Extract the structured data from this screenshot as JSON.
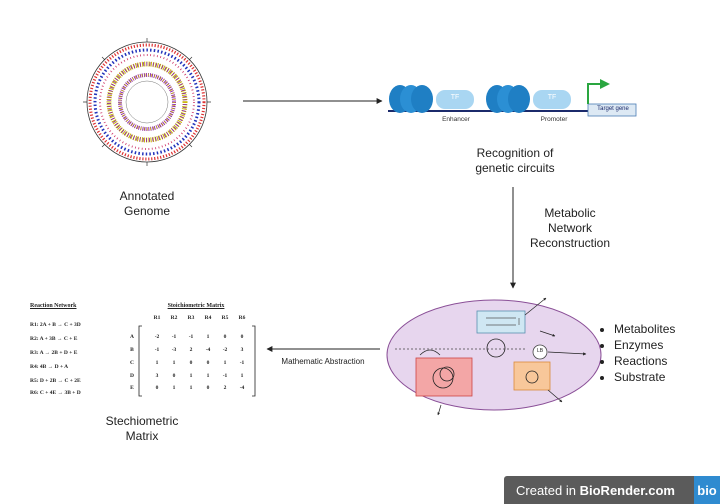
{
  "genome": {
    "caption_line1": "Annotated",
    "caption_line2": "Genome"
  },
  "circuit": {
    "tf_label_1": "TF",
    "tf_label_2": "TF",
    "enhancer_label": "Enhancer",
    "promoter_label": "Promoter",
    "target_gene_label": "Target gene",
    "caption_line1": "Recognition of",
    "caption_line2": "genetic circuits"
  },
  "reconstruction": {
    "line1": "Metabolic",
    "line2": "Network",
    "line3": "Reconstruction"
  },
  "abstraction": {
    "label": "Mathematic Abstraction"
  },
  "cell": {
    "lb_label": "LB",
    "bullets": [
      "Metabolites",
      "Enzymes",
      "Reactions",
      "Substrate"
    ]
  },
  "reaction_network": {
    "title": "Reaction Network",
    "rows": [
      "R1: 2A + B → C + 3D",
      "R2: A + 3B → C + E",
      "R3: A → 2B + D + E",
      "R4: 4B → D + A",
      "R5: D + 2B → C + 2E",
      "R6: C + 4E → 3B + D"
    ]
  },
  "stoich_matrix": {
    "title": "Stoichiometric Matrix",
    "columns": [
      "R1",
      "R2",
      "R3",
      "R4",
      "R5",
      "R6"
    ],
    "rows": [
      {
        "label": "A",
        "values": [
          "-2",
          "-1",
          "-1",
          "1",
          "0",
          "0"
        ]
      },
      {
        "label": "B",
        "values": [
          "-1",
          "-3",
          "2",
          "-4",
          "-2",
          "3"
        ]
      },
      {
        "label": "C",
        "values": [
          "1",
          "1",
          "0",
          "0",
          "1",
          "-1"
        ]
      },
      {
        "label": "D",
        "values": [
          "3",
          "0",
          "1",
          "1",
          "-1",
          "1"
        ]
      },
      {
        "label": "E",
        "values": [
          "0",
          "1",
          "1",
          "0",
          "2",
          "-4"
        ]
      }
    ],
    "caption_line1": "Stechiometric",
    "caption_line2": "Matrix"
  },
  "footer": {
    "created_in": "Created in",
    "brand": "BioRender.com",
    "logo": "bio"
  },
  "colors": {
    "nucleosome": "#1f7fc4",
    "tf_box": "#a9d6f2",
    "dna_line": "#1b2a6b",
    "target_arrow": "#2aa640",
    "cell_fill": "#e7d6ee",
    "cell_stroke": "#8a4f97",
    "compartment_red": "#f3a6a6",
    "compartment_orange": "#f8c79a",
    "compartment_blue": "#cfe7f3"
  }
}
